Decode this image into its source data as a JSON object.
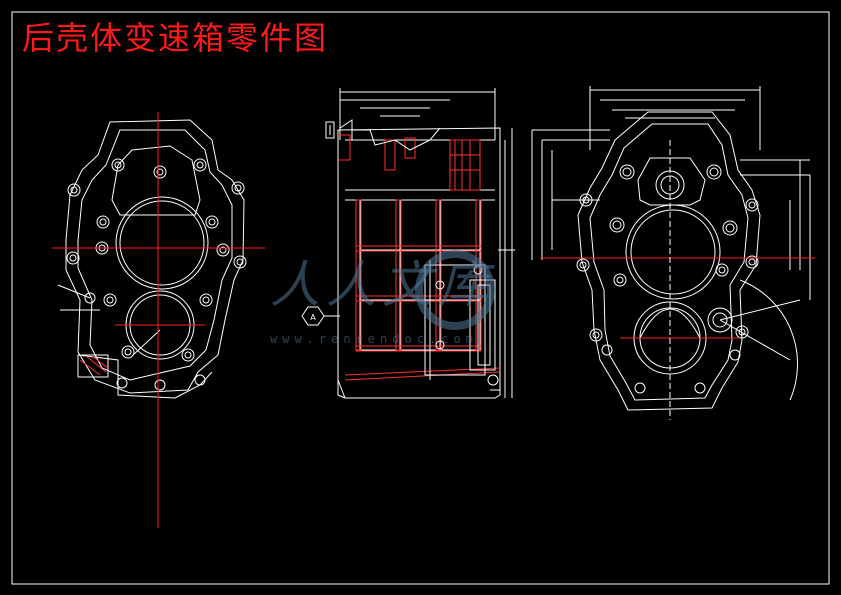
{
  "title": "后壳体变速箱零件图",
  "watermark": {
    "text": "人人文库",
    "url": "www.renrendoc.com"
  },
  "section_label": "A",
  "colors": {
    "background": "#000000",
    "outline": "#ffffff",
    "centerline": "#ff2020",
    "title": "#ff1a1a",
    "watermark": "#4a7896"
  },
  "views": [
    "front-view",
    "side-section-view",
    "rear-view"
  ]
}
